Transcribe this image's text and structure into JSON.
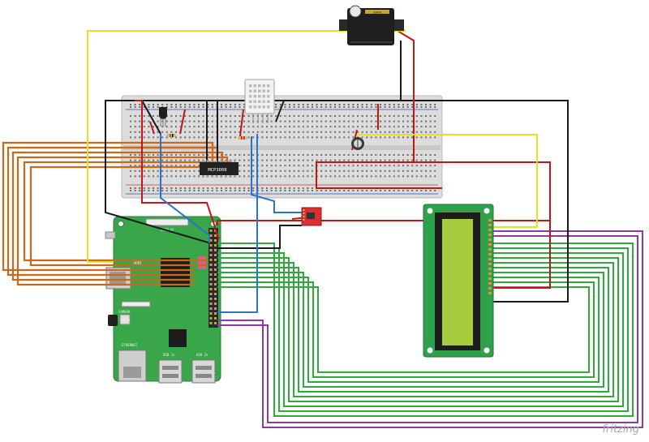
{
  "components": {
    "servo_label": "SERVO",
    "adc_label": "MCP3008",
    "pi_hdmi_label": "HDMI",
    "pi_camera_label": "CAMERA",
    "pi_audio_label": "AUDIO",
    "pi_display_label": "DISPLAY",
    "pi_ethernet_label": "ETHERNET",
    "pi_usb1_label": "USB 2x",
    "pi_usb2_label": "USB 2x"
  },
  "branding": {
    "tool_name": "fritzing"
  },
  "colors": {
    "breadboard": "#dcdcdc",
    "pi_board": "#3aa64a",
    "lcd_screen": "#a6cc3c",
    "wire_orange": "#c8691e",
    "wire_green": "#2eaa3a",
    "wire_purple": "#8c3c9a",
    "wire_red": "#c01818",
    "wire_black": "#1a1a1a",
    "wire_yellow": "#e8e020",
    "wire_blue": "#2a74c8"
  }
}
